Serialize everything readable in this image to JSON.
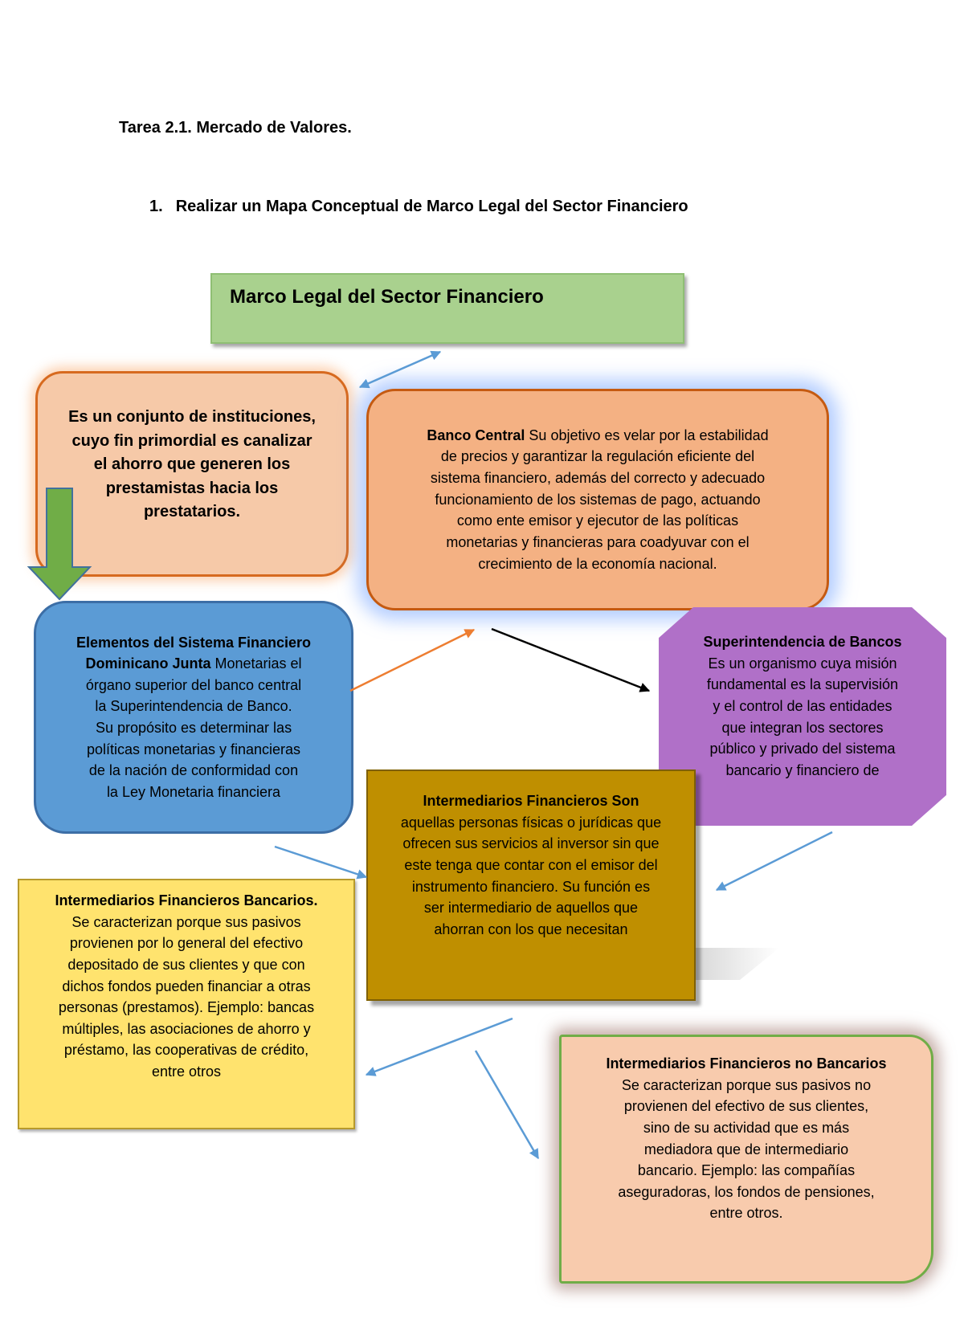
{
  "header": {
    "task_title": "Tarea 2.1. Mercado de Valores.",
    "item_number": "1.",
    "item_text": "Realizar un Mapa Conceptual de Marco Legal del Sector Financiero"
  },
  "nodes": {
    "root": {
      "text": "Marco Legal del Sector Financiero",
      "color": "#a9d18e"
    },
    "definition": {
      "lines": [
        "Es un conjunto de instituciones,",
        "cuyo fin primordial es canalizar",
        "el ahorro que generen los",
        "prestamistas hacia los",
        "prestatarios."
      ],
      "color": "#f6c9a8"
    },
    "banco_central": {
      "title": "Banco Central",
      "lines": [
        "Su objetivo es velar por la estabilidad",
        "de precios y garantizar la regulación eficiente del",
        "sistema financiero, además del correcto y adecuado",
        "funcionamiento de los sistemas de pago, actuando",
        "como ente emisor y ejecutor de las políticas",
        "monetarias y financieras para coadyuvar con el",
        "crecimiento de la economía nacional."
      ],
      "color": "#f4b183"
    },
    "elementos": {
      "title_line1": "Elementos del Sistema Financiero",
      "title_line2": "Dominicano Junta",
      "lines": [
        "Monetarias el",
        "órgano superior del banco central",
        "la Superintendencia de Banco.",
        "Su propósito es determinar las",
        "políticas monetarias y financieras",
        "de la nación de conformidad con",
        "la Ley Monetaria financiera"
      ],
      "color": "#5b9bd5"
    },
    "superintendencia": {
      "title": "Superintendencia de Bancos",
      "lines": [
        "Es un organismo cuya misión",
        "fundamental es la supervisión",
        "y el control de las entidades",
        "que integran los sectores",
        "público y privado del sistema",
        "bancario y financiero de"
      ],
      "color": "#b070c8"
    },
    "intermediarios": {
      "title": "Intermediarios Financieros Son",
      "lines": [
        "aquellas personas físicas o jurídicas que",
        "ofrecen sus servicios al inversor sin que",
        "este tenga que contar con el emisor del",
        "instrumento financiero. Su función es",
        "ser intermediario de aquellos que",
        "ahorran con los que necesitan"
      ],
      "color": "#bf8f00"
    },
    "bancarios": {
      "title": "Intermediarios Financieros Bancarios.",
      "lines": [
        "Se caracterizan porque sus pasivos",
        "provienen por lo general del efectivo",
        "depositado de sus clientes y que con",
        "dichos fondos pueden financiar a otras",
        "personas (prestamos). Ejemplo: bancas",
        "múltiples, las asociaciones de ahorro y",
        "préstamo, las cooperativas de crédito,",
        "entre otros"
      ],
      "color": "#ffe36e"
    },
    "no_bancarios": {
      "title": "Intermediarios Financieros no Bancarios",
      "lines": [
        "Se caracterizan porque sus pasivos no",
        "provienen del efectivo de sus clientes,",
        "sino de su actividad que es más",
        "mediadora que de intermediario",
        "bancario. Ejemplo: las compañías",
        "aseguradoras, los fondos de pensiones,",
        "entre otros."
      ],
      "color": "#f8cbad"
    }
  },
  "connector_colors": {
    "blue": "#5b9bd5",
    "orange": "#ed7d31",
    "black": "#000000",
    "green_arrow": "#70ad47"
  }
}
